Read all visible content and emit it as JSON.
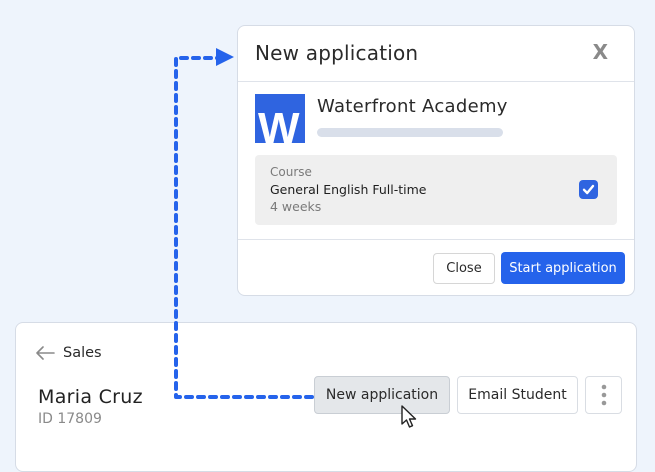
{
  "modal": {
    "title": "New application",
    "close_icon": "X",
    "school": {
      "logo_letter": "W",
      "name": "Waterfront Academy"
    },
    "course": {
      "label": "Course",
      "name": "General English Full-time",
      "duration": "4 weeks",
      "checked": true
    },
    "buttons": {
      "close": "Close",
      "start": "Start application"
    }
  },
  "student_card": {
    "back_label": "Sales",
    "name": "Maria Cruz",
    "id": "ID 17809",
    "buttons": {
      "new_application": "New application",
      "email_student": "Email Student"
    }
  },
  "colors": {
    "accent": "#2563eb",
    "background": "#eef4fc",
    "connector": "#2563eb"
  }
}
